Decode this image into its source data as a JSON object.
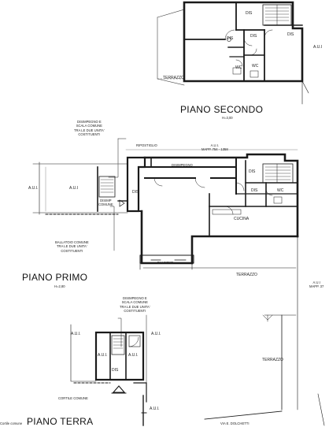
{
  "floors": {
    "second": {
      "title": "PIANO SECONDO",
      "height": "H=3,00"
    },
    "first": {
      "title": "PIANO PRIMO",
      "height": "H=2,80"
    },
    "ground": {
      "title": "PIANO TERRA"
    }
  },
  "rooms": {
    "second_dis_a": "DIS",
    "second_dis_b": "DIS",
    "second_dis_c": "DIS",
    "second_dis_d": "DIS",
    "second_wc_a": "WC",
    "second_wc_b": "WC",
    "second_terrazzo": "TERRAZZO",
    "second_aui_right": "A.U.I",
    "first_aui_left1": "A.U.I.",
    "first_aui_left2": "A.U.I",
    "first_dis_left": "DIS",
    "first_disimp_comune": "DISIMP\nCOMUNE",
    "first_ripostiglio": "RIPOSTIGLIO",
    "first_disimpegno": "DISIMPEGNO",
    "first_dis_right1": "DIS",
    "first_dis_right2": "DIS",
    "first_wc": "WC",
    "first_cucina": "CUCINA",
    "first_balcone": "BALCONE",
    "first_terrazzo": "TERRAZZO",
    "ground_aui_1": "A.U.I.",
    "ground_aui_2": "A.U.I.",
    "ground_aui_3": "A.U.I.",
    "ground_dis": "DIS",
    "ground_aui_4": "A.U.I.",
    "ground_cortile": "CORTILE COMUNE",
    "ground_terrazzo": "TERRAZZO",
    "ground_aui_bottom": "A.U.I."
  },
  "annotations": {
    "first_note_top": "DISIMPEGNO E\nSCALA COMUNE\nTRA LE DUE UNITA'\nCOSTITUENTI",
    "first_note_bottom": "BALLATOIO COMUNE\nTRA LE DUE UNITA'\nCOSTITUENTI",
    "first_aui_mapp": "A.U.I.\nMAPP. 754 - 1358",
    "right_aui_mapp": "A.U.I\nMAPP. 37",
    "ground_note": "DISIMPEGNO E\nSCALA COMUNE\nTRA LE DUE UNITA'\nCOSTITUENTI",
    "street": "VIA E. DOLCHETTI",
    "bottom_left": "Cortile comune"
  }
}
